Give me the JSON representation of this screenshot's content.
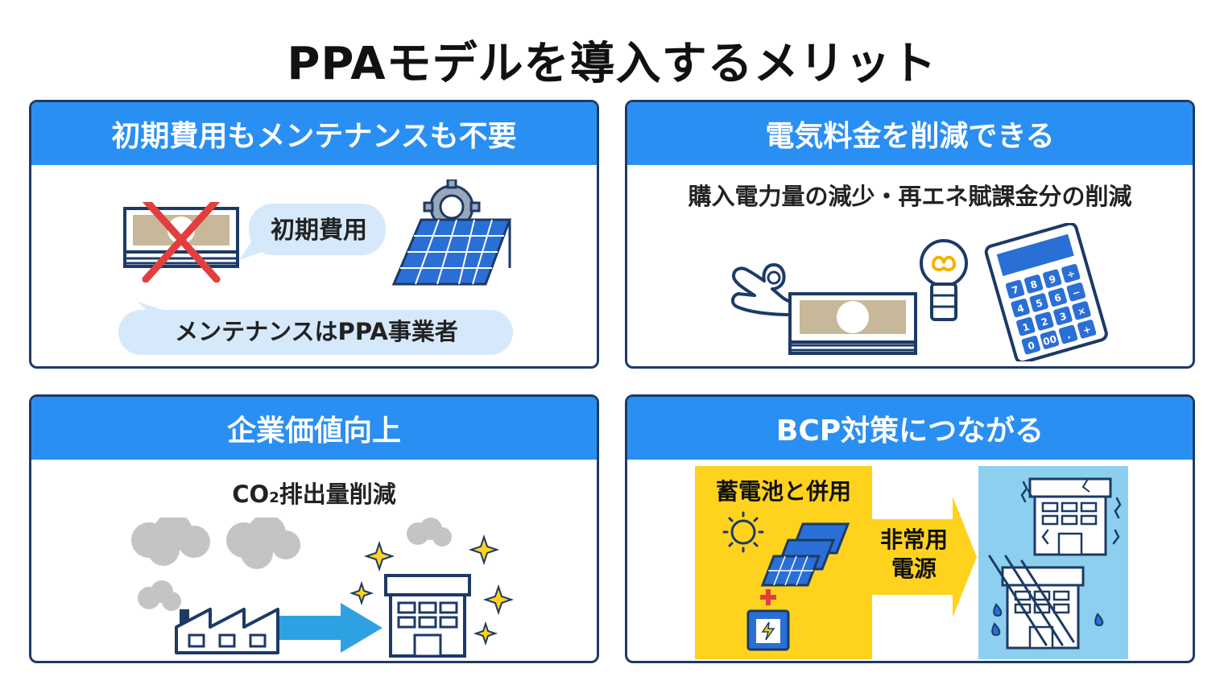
{
  "title": "PPAモデルを導入するメリット",
  "colors": {
    "header_blue": "#2a8ff2",
    "border_navy": "#1c3a66",
    "battery_yellow": "#ffd21e",
    "disaster_sky": "#8ccfee",
    "arrow_blue": "#2ea1e3"
  },
  "panels": {
    "initial_cost": {
      "header": "初期費用もメンテナンスも不要",
      "bubble_initial": "初期費用",
      "bubble_maintenance": "メンテナンスはPPA事業者"
    },
    "electricity": {
      "header": "電気料金を削減できる",
      "subtitle": "購入電力量の減少・再エネ賦課金分の削減",
      "calc_keys": [
        "7",
        "8",
        "9",
        "÷",
        "4",
        "5",
        "6",
        "−",
        "1",
        "2",
        "3",
        "×",
        "0",
        "00",
        ".",
        "+"
      ]
    },
    "corporate_value": {
      "header": "企業価値向上",
      "subtitle_prefix": "CO",
      "subtitle_sub": "2",
      "subtitle_suffix": "排出量削減"
    },
    "bcp": {
      "header": "BCP対策につながる",
      "battery_label": "蓄電池と併用",
      "arrow_label_line1": "非常用",
      "arrow_label_line2": "電源"
    }
  }
}
